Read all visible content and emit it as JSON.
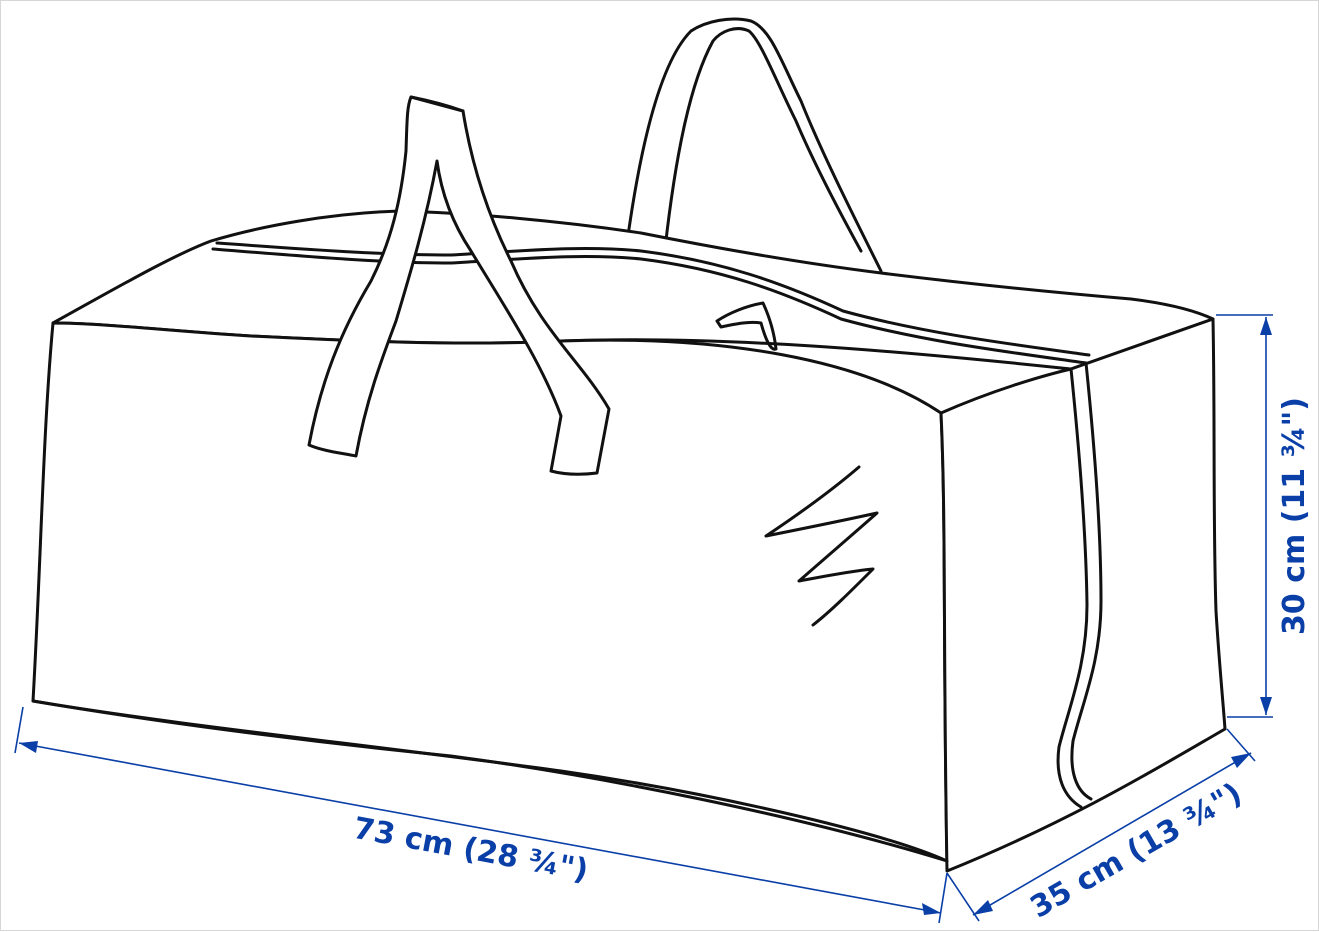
{
  "dimensions": {
    "width_label": "73 cm (28 ¾\")",
    "depth_label": "35 cm (13 ¾\")",
    "height_label": "30 cm (11 ¾\")"
  },
  "colors": {
    "outline": "#111111",
    "dimension": "#0a3fa8",
    "background": "#ffffff"
  }
}
